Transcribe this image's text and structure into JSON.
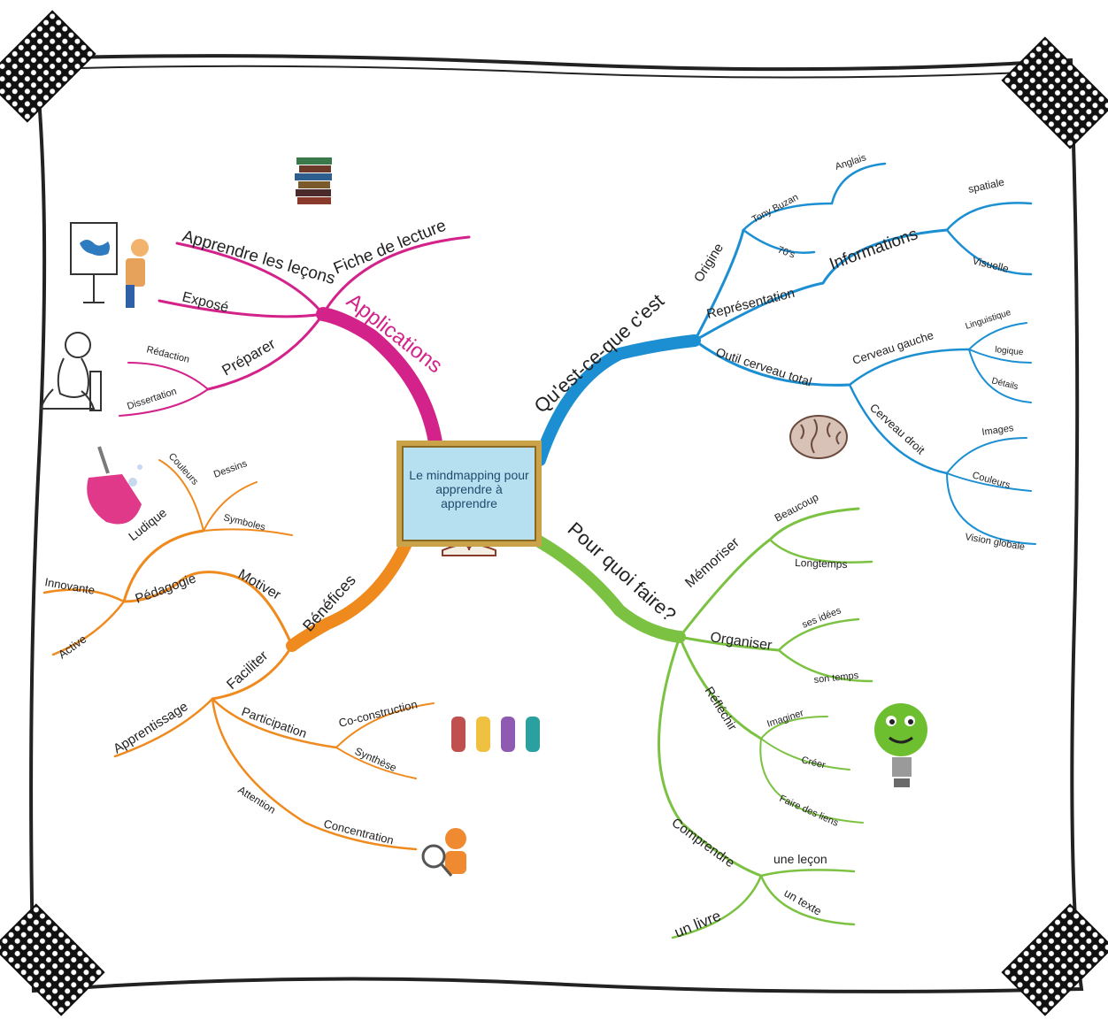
{
  "center": {
    "label": "Le mindmapping pour apprendre à apprendre"
  },
  "colors": {
    "applications": "#d3238a",
    "quoi": "#1b8fd2",
    "pourquoi": "#7cc242",
    "benefices": "#ef8a1e",
    "frame": "#222222",
    "tape": "#111111"
  },
  "icons": [
    "books-icon",
    "presenter-icon",
    "thinker-icon",
    "potion-icon",
    "brain-icon",
    "lightbulb-icon",
    "figures-icon",
    "magnifier-icon",
    "book-icon",
    "tape-icon"
  ],
  "branches": {
    "applications": {
      "label": "Applications",
      "items": {
        "fiche": "Fiche de lecture",
        "apprendre": "Apprendre les leçons",
        "expose": "Exposé",
        "preparer": "Préparer",
        "redaction": "Rédaction",
        "dissertation": "Dissertation"
      }
    },
    "quoi": {
      "label": "Qu'est-ce-que c'est",
      "items": {
        "origine": "Origine",
        "tony": "Tony Buzan",
        "anglais": "Anglais",
        "seventy": "70's",
        "representation": "Représentation",
        "informations": "Informations",
        "spatiale": "spatiale",
        "visuelle": "Visuelle",
        "outil": "Outil cerveau total",
        "gauche": "Cerveau gauche",
        "linguistique": "Linguistique",
        "logique": "logique",
        "details": "Détails",
        "droit": "Cerveau droit",
        "images": "Images",
        "couleurs": "Couleurs",
        "vision": "Vision globale"
      }
    },
    "pourquoi": {
      "label": "Pour quoi faire?",
      "items": {
        "memoriser": "Mémoriser",
        "beaucoup": "Beaucoup",
        "longtemps": "Longtemps",
        "organiser": "Organiser",
        "idees": "ses idées",
        "temps": "son temps",
        "reflechir": "Réfléchir",
        "imaginer": "Imaginer",
        "creer": "Créer",
        "liens": "Faire des liens",
        "comprendre": "Comprendre",
        "lecon": "une leçon",
        "texte": "un texte",
        "livre": "un livre"
      }
    },
    "benefices": {
      "label": "Bénéfices",
      "items": {
        "motiver": "Motiver",
        "pedagogie": "Pédagogie",
        "innovante": "Innovante",
        "active": "Active",
        "ludique": "Ludique",
        "couleurs": "Couleurs",
        "dessins": "Dessins",
        "symboles": "Symboles",
        "faciliter": "Faciliter",
        "apprentissage": "Apprentissage",
        "participation": "Participation",
        "coconstruction": "Co-construction",
        "synthese": "Synthèse",
        "attention": "Attention",
        "concentration": "Concentration"
      }
    }
  }
}
